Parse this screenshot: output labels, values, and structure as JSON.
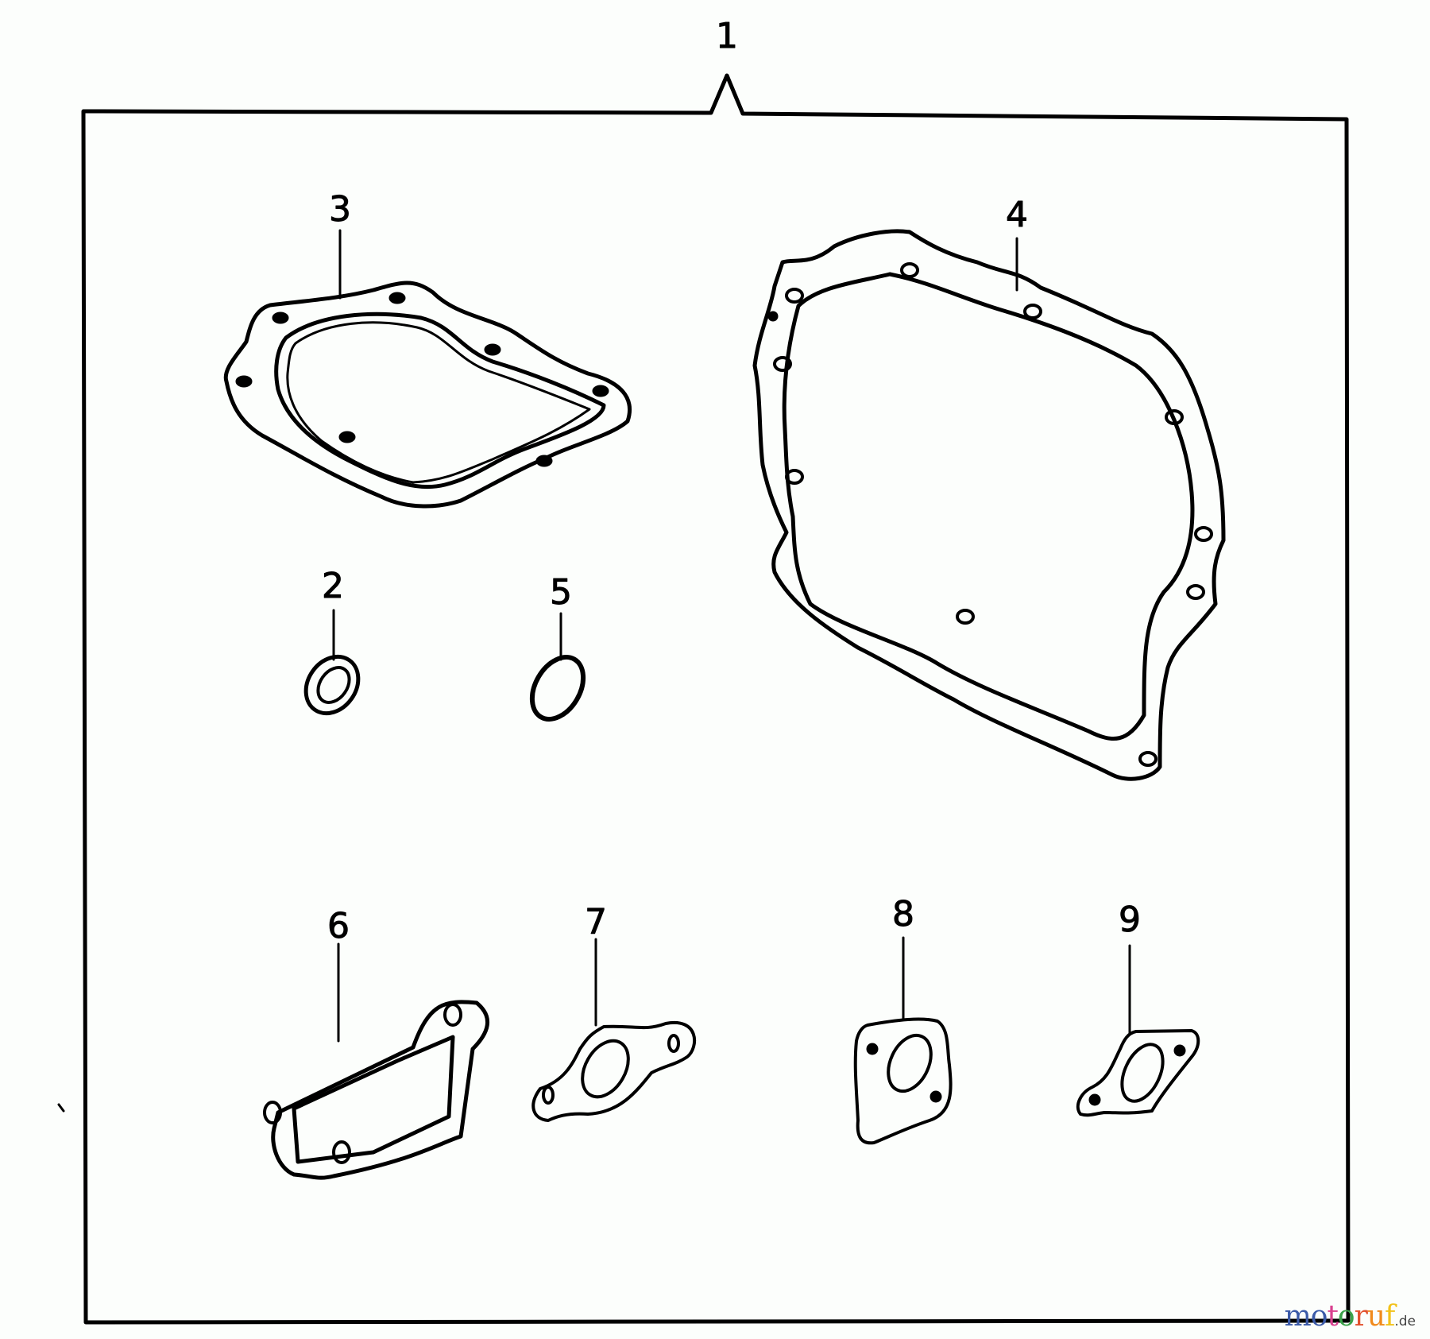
{
  "diagram": {
    "title_callout": "1",
    "parts": [
      {
        "id": "2",
        "label": "2",
        "shape": "flat washer / seal ring"
      },
      {
        "id": "3",
        "label": "3",
        "shape": "cylinder head gasket"
      },
      {
        "id": "4",
        "label": "4",
        "shape": "crankcase cover gasket"
      },
      {
        "id": "5",
        "label": "5",
        "shape": "o-ring"
      },
      {
        "id": "6",
        "label": "6",
        "shape": "rectangular cover gasket (3 holes)"
      },
      {
        "id": "7",
        "label": "7",
        "shape": "two-bolt flange gasket"
      },
      {
        "id": "8",
        "label": "8",
        "shape": "two-bolt trapezoid flange gasket"
      },
      {
        "id": "9",
        "label": "9",
        "shape": "two-bolt flange gasket"
      }
    ]
  },
  "watermark": {
    "letters": [
      {
        "ch": "m",
        "color": "#3b5aa8"
      },
      {
        "ch": "o",
        "color": "#3b5aa8"
      },
      {
        "ch": "t",
        "color": "#d9418f"
      },
      {
        "ch": "o",
        "color": "#3aa24a"
      },
      {
        "ch": "r",
        "color": "#e2502d"
      },
      {
        "ch": "u",
        "color": "#f08a1c"
      },
      {
        "ch": "f",
        "color": "#f2c21a"
      }
    ],
    "tld": ".de"
  }
}
